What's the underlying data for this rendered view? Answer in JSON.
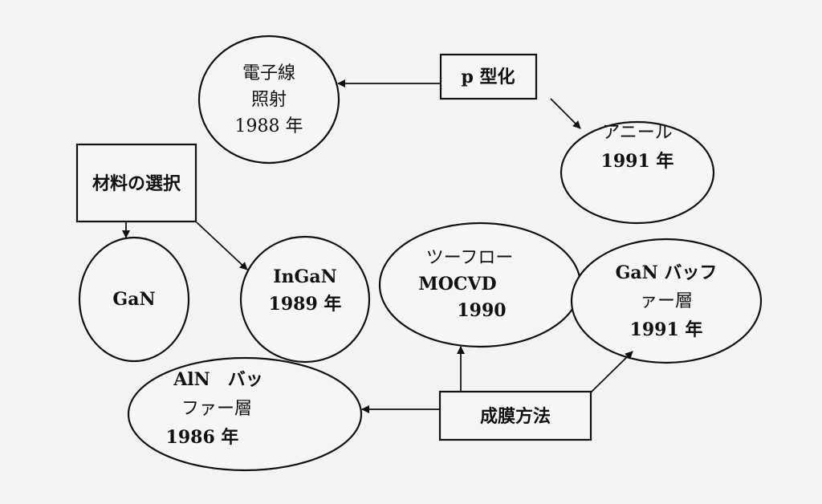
{
  "nodes": {
    "p_type": {
      "label": "p 型化"
    },
    "electron_beam": {
      "lines": [
        "電子線",
        "照射",
        "1988 年"
      ]
    },
    "anneal": {
      "lines": [
        "アニール",
        "1991 年"
      ]
    },
    "material_selection": {
      "label": "材料の選択"
    },
    "gan": {
      "label": "GaN"
    },
    "ingan": {
      "lines": [
        "InGaN",
        "1989 年"
      ]
    },
    "two_flow_mocvd": {
      "lines": [
        "ツーフロー",
        "MOCVD",
        "1990"
      ]
    },
    "gan_buffer": {
      "lines": [
        "GaN バッフ",
        "ァー層",
        "1991 年"
      ]
    },
    "aln_buffer": {
      "lines": [
        "AlN　バッ",
        "ファー層",
        "1986 年"
      ]
    },
    "film_method": {
      "label": "成膜方法"
    }
  },
  "colors": {
    "stroke": "#111111",
    "background": "#f3f3f3"
  }
}
